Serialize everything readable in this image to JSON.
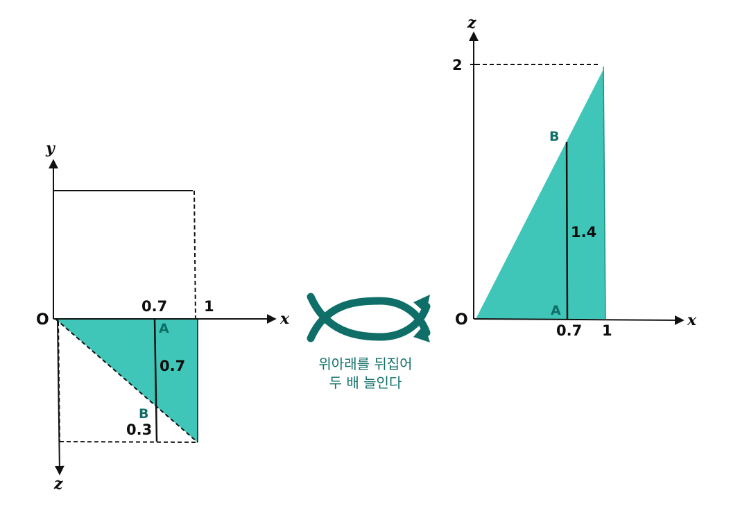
{
  "colors": {
    "fill": "#3fc6b8",
    "accent": "#0f6f68",
    "ink": "#111111"
  },
  "left_panel": {
    "origin_label": "O",
    "x_axis_label": "x",
    "y_axis_label": "y",
    "z_axis_label": "z",
    "tick_07": "0.7",
    "tick_1": "1",
    "point_a": "A",
    "point_b": "B",
    "segment_label": "0.7",
    "below_b_label": "0.3"
  },
  "right_panel": {
    "origin_label": "O",
    "x_axis_label": "x",
    "z_axis_label": "z",
    "tick_z_2": "2",
    "tick_07": "0.7",
    "tick_1": "1",
    "point_a": "A",
    "point_b": "B",
    "segment_label": "1.4"
  },
  "transform": {
    "icon": "flip-arrows-icon",
    "caption_line1": "위아래를 뒤집어",
    "caption_line2": "두 배 늘인다"
  }
}
